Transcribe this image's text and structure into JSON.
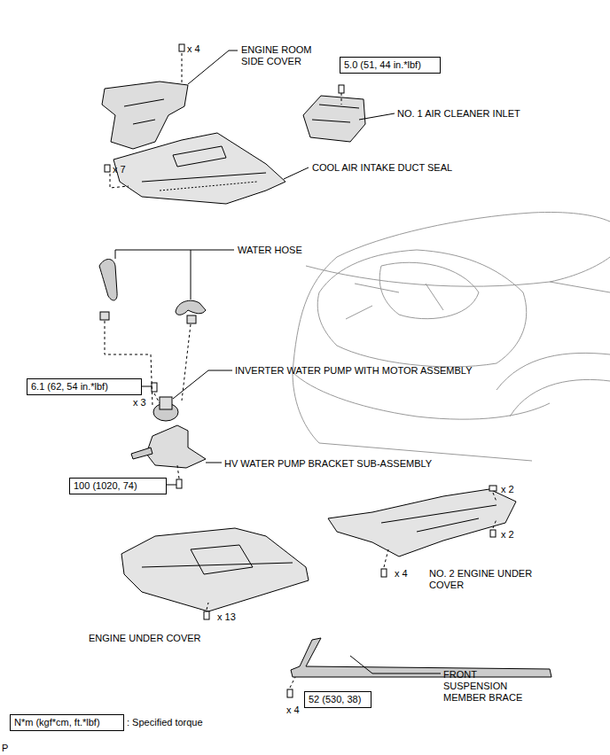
{
  "diagram": {
    "nodes": [
      {
        "text": [
          "5.0 (51, 44 in.*lbf)"
        ]
      },
      {
        "text": [
          "6.1 (62, 54 in.*lbf)"
        ]
      },
      {
        "text": [
          "100 (1020, 74)"
        ]
      },
      {
        "text": [
          "52 (530, 38)"
        ]
      },
      {
        "text": [
          "N*m (kgf*cm, ft.*lbf)"
        ]
      }
    ],
    "labels": [
      "x 4",
      "ENGINE ROOM SIDE COVER",
      "NO. 1 AIR CLEANER INLET",
      "x 7",
      "COOL AIR INTAKE DUCT SEAL",
      "WATER HOSE",
      "INVERTER WATER PUMP WITH MOTOR ASSEMBLY",
      "x 3",
      "HV WATER PUMP BRACKET SUB-ASSEMBLY",
      "x 2",
      "x 2",
      "x 4",
      "NO. 2 ENGINE UNDER COVER",
      "x 13",
      "ENGINE UNDER COVER",
      "FRONT SUSPENSION MEMBER BRACE",
      "x 4",
      ": Specified torque",
      "P"
    ]
  }
}
